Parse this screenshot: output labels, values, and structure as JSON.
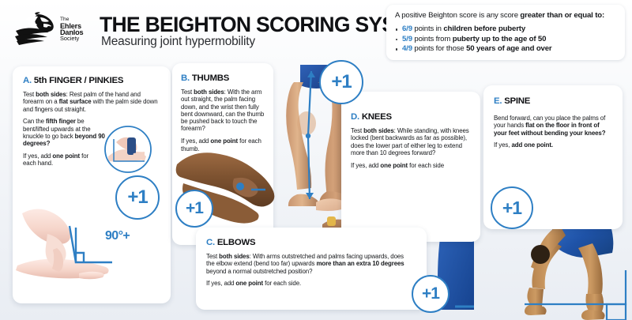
{
  "header": {
    "logo_alt": "ehlers-danlos-society-zebra-logo",
    "logo_line1": "The",
    "logo_line2": "Ehlers",
    "logo_line3": "Danlos",
    "logo_line4": "Society",
    "title": "THE BEIGHTON SCORING SYSTEM",
    "subtitle": "Measuring joint hypermobility"
  },
  "score_box": {
    "lead_normal": "A positive Beighton score is any score ",
    "lead_bold": "greater than or equal to:",
    "items": [
      {
        "fraction": "6/9",
        "mid": " points in ",
        "bold": "children before puberty"
      },
      {
        "fraction": "5/9",
        "mid": " points from ",
        "bold": "puberty up to the age of 50"
      },
      {
        "fraction": "4/9",
        "mid": " points for those ",
        "bold": "50 years of age and over"
      }
    ]
  },
  "sections": {
    "a": {
      "letter": "A.",
      "title": "5th FINGER / PINKIES",
      "p1_a": "Test ",
      "p1_b": "both sides",
      "p1_c": ": Rest palm of the hand and forearm on a ",
      "p1_d": "flat surface",
      "p1_e": " with the palm side down and fingers out straight.",
      "p2_a": "Can the ",
      "p2_b": "fifth finger",
      "p2_c": " be bent/lifted upwards at the knuckle to go back ",
      "p2_d": "beyond 90 degrees?",
      "p3_a": "If yes, add ",
      "p3_b": "one point",
      "p3_c": " for each hand.",
      "badge": "+1",
      "angle_label": "90°+"
    },
    "b": {
      "letter": "B.",
      "title": "THUMBS",
      "p1_a": "Test ",
      "p1_b": "both sides",
      "p1_c": ": With the arm out straight, the palm facing down, and the wrist then fully bent downward, can the thumb be pushed back to touch the forearm?",
      "p2_a": "If yes, add ",
      "p2_b": "one point",
      "p2_c": " for each thumb.",
      "badge": "+1"
    },
    "c": {
      "letter": "C.",
      "title": "ELBOWS",
      "p1_a": "Test ",
      "p1_b": "both sides",
      "p1_c": ": With arms outstretched and palms facing upwards, does the elbow extend (bend too far) upwards ",
      "p1_d": "more than an extra 10 degrees",
      "p1_e": " beyond a normal outstretched position?",
      "p2_a": "If yes, add ",
      "p2_b": "one point",
      "p2_c": " for each side.",
      "badge": "+1"
    },
    "d": {
      "letter": "D.",
      "title": "KNEES",
      "p1_a": "Test ",
      "p1_b": "both sides",
      "p1_c": ": While standing, with knees locked (bent backwards as far as possible), does the lower part of either leg to extend more than 10 degrees forward?",
      "p2_a": "If yes, add ",
      "p2_b": "one point",
      "p2_c": " for each side",
      "badge": "+1"
    },
    "e": {
      "letter": "E.",
      "title": "SPINE",
      "p1_a": "Bend forward, can you place the palms of your hands ",
      "p1_b": "flat on the floor in front of your feet without bending your knees?",
      "p2_a": "If yes, ",
      "p2_b": "add one point.",
      "badge": "+1"
    }
  },
  "illustrations": {
    "pinky": "hand-pinky-hyperextension-illustration",
    "thumb": "arm-thumb-to-forearm-illustration",
    "knees": "legs-hyperextended-knees-illustration",
    "elbow": "outstretched-arm-elbow-illustration",
    "spine": "person-bending-forward-illustration"
  },
  "colors": {
    "accent_blue": "#2E7FC4",
    "text": "#15171a",
    "card_bg": "#ffffff",
    "page_bg": "#eef1f5"
  }
}
